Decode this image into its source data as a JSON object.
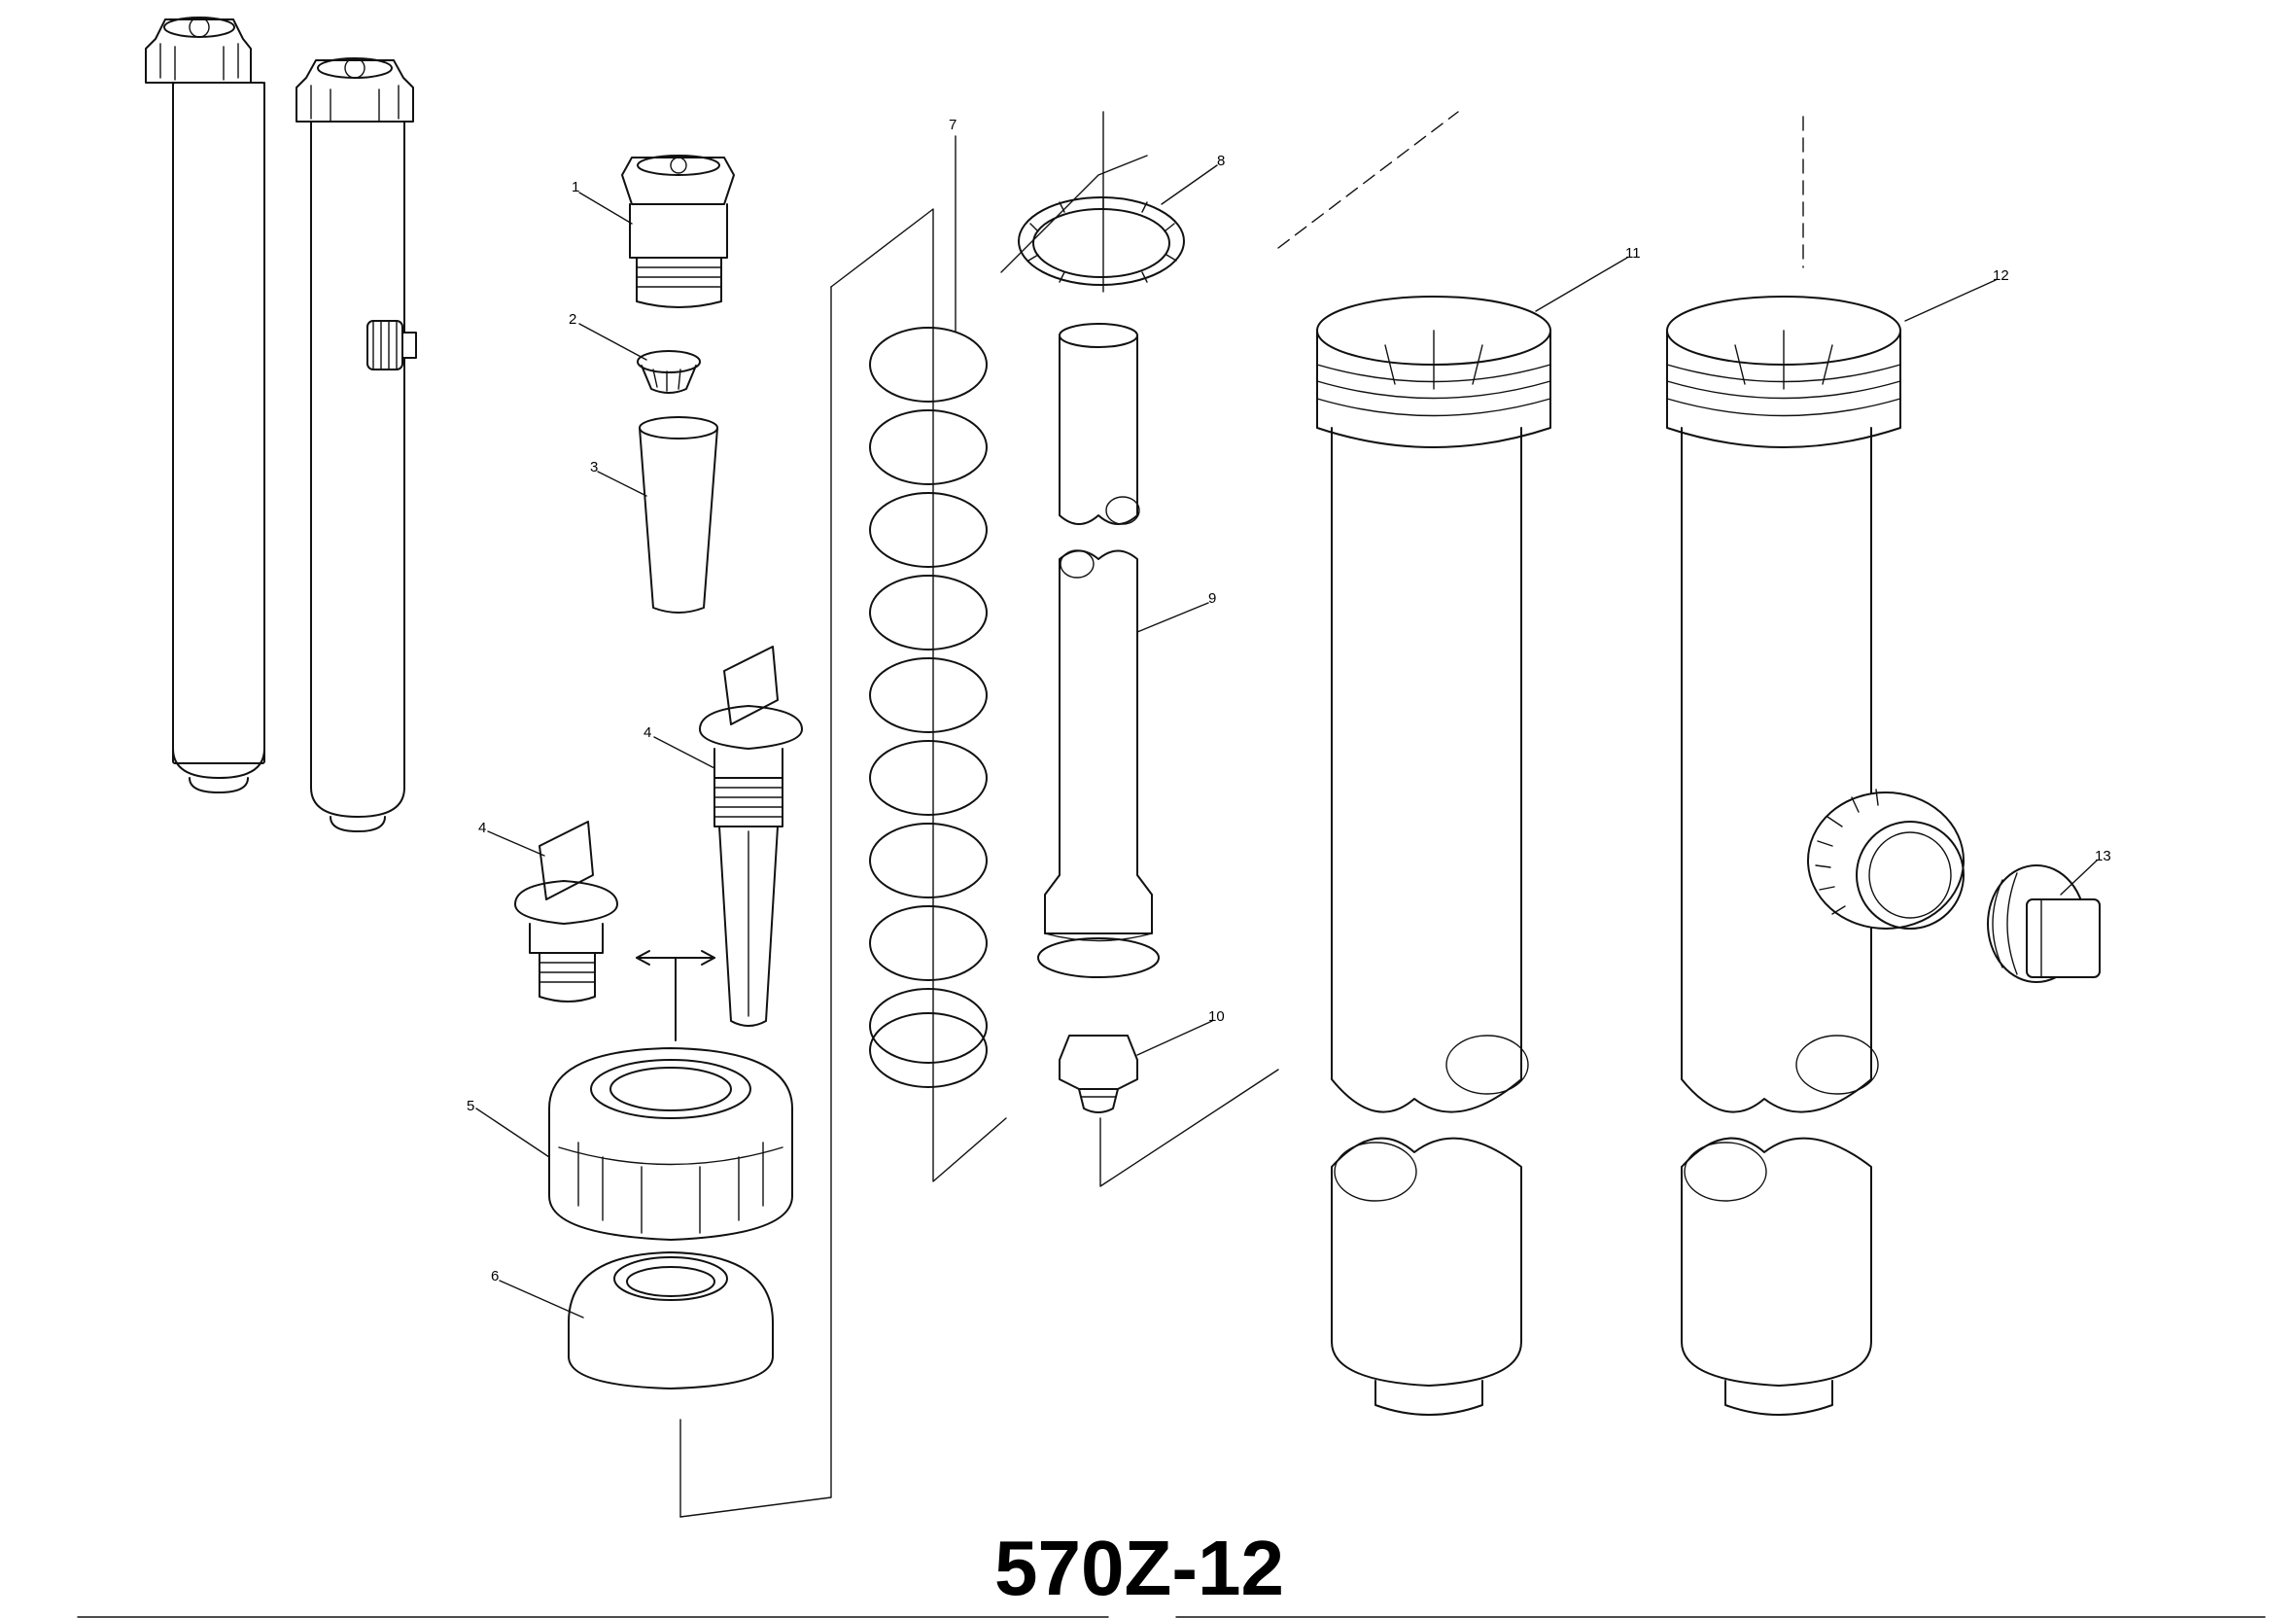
{
  "diagram": {
    "title": "570Z-12",
    "part_labels": {
      "p1": "1",
      "p2": "2",
      "p3": "3",
      "p4a": "4",
      "p4b": "4",
      "p5": "5",
      "p6": "6",
      "p7": "7",
      "p8": "8",
      "p9": "9",
      "p10": "10",
      "p11": "11",
      "p12": "12",
      "p13": "13"
    },
    "icons": {
      "swap_arrow": "double-arrow-icon"
    },
    "colors": {
      "ink": "#111111",
      "paper": "#ffffff"
    }
  }
}
